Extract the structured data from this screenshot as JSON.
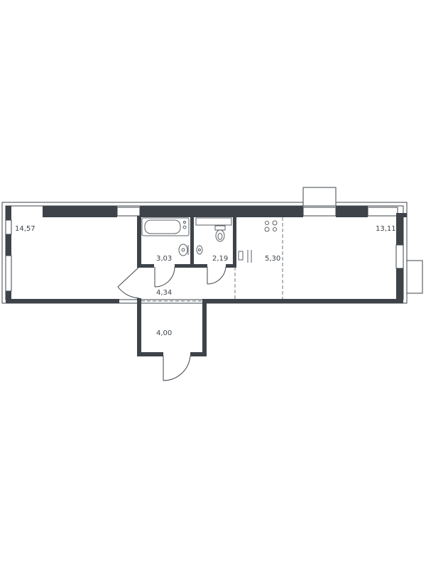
{
  "rooms": {
    "living_room": {
      "area": "14,57"
    },
    "bathroom": {
      "area": "3,03"
    },
    "toilet": {
      "area": "2,19"
    },
    "kitchen_zone": {
      "area": "5,30"
    },
    "bedroom": {
      "area": "13,11"
    },
    "hallway": {
      "area": "4,34"
    },
    "vestibule": {
      "area": "4,00"
    }
  },
  "colors": {
    "wall": "#3d4349",
    "background": "#ffffff"
  }
}
